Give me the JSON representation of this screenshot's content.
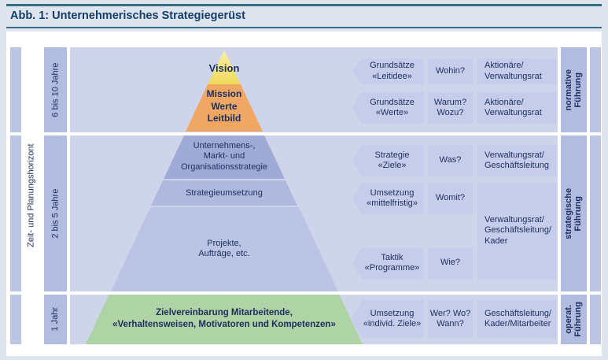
{
  "figure": {
    "title": "Abb. 1: Unternehmerisches Strategiegerüst"
  },
  "time_axis": {
    "label": "Zeit- und Planungshorizont"
  },
  "bands": [
    {
      "time": "6 bis 10 Jahre",
      "leadership": "normative\nFührung"
    },
    {
      "time": "2 bis 5 Jahre",
      "leadership": "strategische\nFührung"
    },
    {
      "time": "1 Jahr",
      "leadership": "operat.\nFührung"
    }
  ],
  "pyramid": {
    "vision": "Vision",
    "mission": "Mission\nWerte\nLeitbild",
    "strategy": "Unternehmens-,\nMarkt- und\nOrganisationsstrategie",
    "implementation": "Strategieumsetzung",
    "projects": "Projekte,\nAufträge, etc.",
    "agreements": "Zielvereinbarung Mitarbeitende,\n«Verhaltensweisen, Motivatoren und Kompetenzen»"
  },
  "rows": [
    {
      "tag": "Grundsätze\n«Leitidee»",
      "question": "Wohin?",
      "who": "Aktionäre/\nVerwaltungsrat"
    },
    {
      "tag": "Grundsätze\n«Werte»",
      "question": "Warum?\nWozu?",
      "who": "Aktionäre/\nVerwaltungsrat"
    },
    {
      "tag": "Strategie\n«Ziele»",
      "question": "Was?",
      "who": "Verwaltungsrat/\nGeschäftsleitung"
    },
    {
      "tag": "Umsetzung\n«mittelfristig»",
      "question": "Womit?",
      "who": "Verwaltungsrat/\nGeschäftsleitung/\nKader"
    },
    {
      "tag": "Taktik\n«Programme»",
      "question": "Wie?",
      "who": ""
    },
    {
      "tag": "Umsetzung\n«individ. Ziele»",
      "question": "Wer? Wo?\nWann?",
      "who": "Geschäftsleitung/\nKader/Mitarbeiter"
    }
  ],
  "colors": {
    "rule_teal": "#336f81",
    "band_bg": "#ced5eb",
    "box_bg": "#c6cdea",
    "pyramid_yellow": "#f3e273",
    "pyramid_orange": "#f0a763",
    "pyramid_green": "#aed3a4",
    "text_navy": "#1b2f5f"
  }
}
